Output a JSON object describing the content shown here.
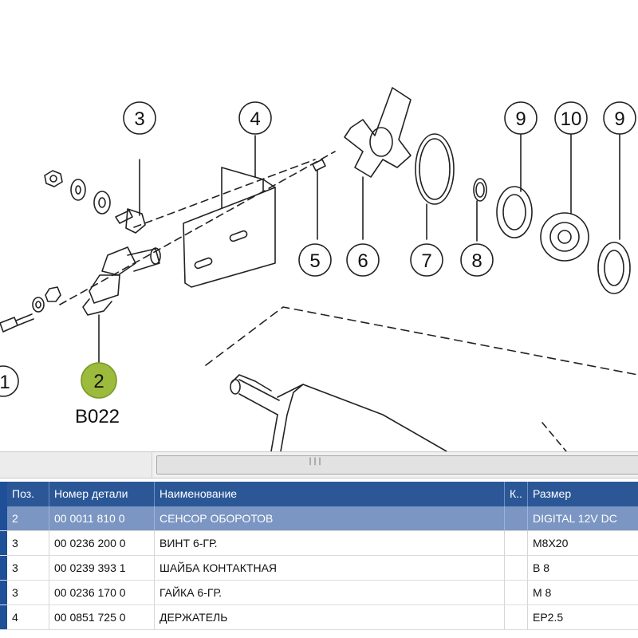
{
  "diagram": {
    "callouts": [
      {
        "id": "1",
        "label": "1"
      },
      {
        "id": "2",
        "label": "2",
        "ref": "B022",
        "highlight_color": "#9cbb3c"
      },
      {
        "id": "3",
        "label": "3"
      },
      {
        "id": "4",
        "label": "4"
      },
      {
        "id": "5",
        "label": "5"
      },
      {
        "id": "6",
        "label": "6"
      },
      {
        "id": "7",
        "label": "7"
      },
      {
        "id": "8",
        "label": "8"
      },
      {
        "id": "9a",
        "label": "9"
      },
      {
        "id": "10",
        "label": "10"
      },
      {
        "id": "9b",
        "label": "9"
      }
    ]
  },
  "table": {
    "columns": [
      "Поз.",
      "Номер детали",
      "Наименование",
      "К..",
      "Размер"
    ],
    "rows": [
      {
        "pos": "2",
        "part": "00 0011 810 0",
        "name": "СЕНСОР ОБОРОТОВ",
        "qty": "",
        "size": "DIGITAL 12V DC",
        "selected": true
      },
      {
        "pos": "3",
        "part": "00 0236 200 0",
        "name": "ВИНТ 6-ГР.",
        "qty": "",
        "size": "M8X20"
      },
      {
        "pos": "3",
        "part": "00 0239 393 1",
        "name": "ШАЙБА КОНТАКТНАЯ",
        "qty": "",
        "size": "B 8"
      },
      {
        "pos": "3",
        "part": "00 0236 170 0",
        "name": "ГАЙКА 6-ГР.",
        "qty": "",
        "size": "M 8"
      },
      {
        "pos": "4",
        "part": "00 0851 725 0",
        "name": "ДЕРЖАТЕЛЬ",
        "qty": "",
        "size": "EP2.5"
      }
    ]
  },
  "colors": {
    "header_bg": "#2b5797",
    "selected_row_bg": "#7b96c3",
    "callout_highlight": "#9cbb3c"
  },
  "scrollbar": {
    "grip": "|||"
  }
}
